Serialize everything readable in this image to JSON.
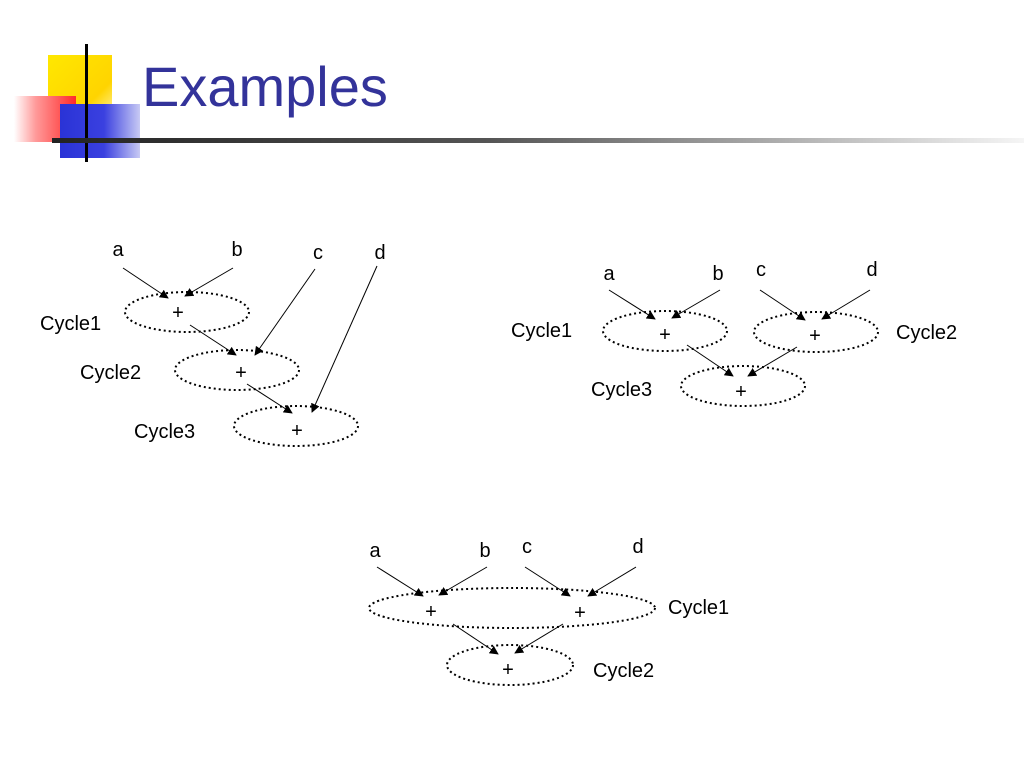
{
  "slide": {
    "title": "Examples"
  },
  "colors": {
    "title": "#33339a",
    "accent_yellow": "#ffe000",
    "accent_red": "#ff3030",
    "accent_blue": "#3036d8"
  },
  "diagrams": [
    {
      "id": "serial-chain",
      "inputs": [
        "a",
        "b",
        "c",
        "d"
      ],
      "operators": [
        "+",
        "+",
        "+"
      ],
      "cycle_labels": [
        "Cycle1",
        "Cycle2",
        "Cycle3"
      ]
    },
    {
      "id": "tree-three-cycles",
      "inputs": [
        "a",
        "b",
        "c",
        "d"
      ],
      "operators": [
        "+",
        "+",
        "+"
      ],
      "cycle_labels": [
        "Cycle1",
        "Cycle2",
        "Cycle3"
      ]
    },
    {
      "id": "tree-two-cycles",
      "inputs": [
        "a",
        "b",
        "c",
        "d"
      ],
      "operators": [
        "+",
        "+",
        "+"
      ],
      "cycle_labels": [
        "Cycle1",
        "Cycle2"
      ]
    }
  ]
}
